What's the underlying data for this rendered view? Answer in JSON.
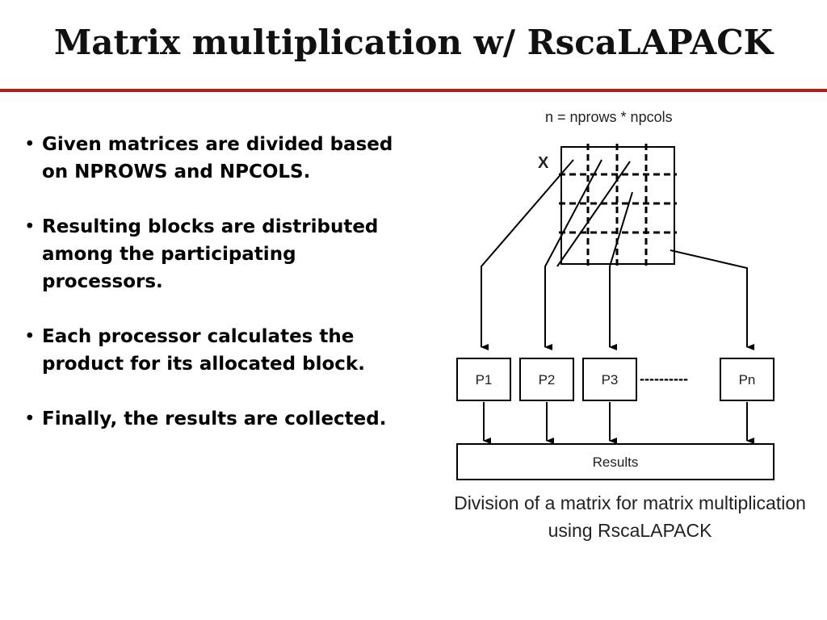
{
  "slide": {
    "title": "Matrix multiplication w/ RscaLAPACK",
    "bullet_char": "•",
    "bullets": [
      "Given matrices are divided based on NPROWS and NPCOLS.",
      "Resulting blocks are distributed among the participating processors.",
      "Each processor calculates the product for its allocated block.",
      "Finally, the results are collected."
    ],
    "caption": "Division of a matrix for matrix multiplication using RscaLAPACK"
  },
  "diagram": {
    "formula": "n = nprows * npcols",
    "matrix_label": "X",
    "processors": [
      "P1",
      "P2",
      "P3",
      "Pn"
    ],
    "ellipsis": "----------",
    "results_label": "Results"
  },
  "colors": {
    "accent_rule": "#b01e1e",
    "text": "#000000"
  }
}
